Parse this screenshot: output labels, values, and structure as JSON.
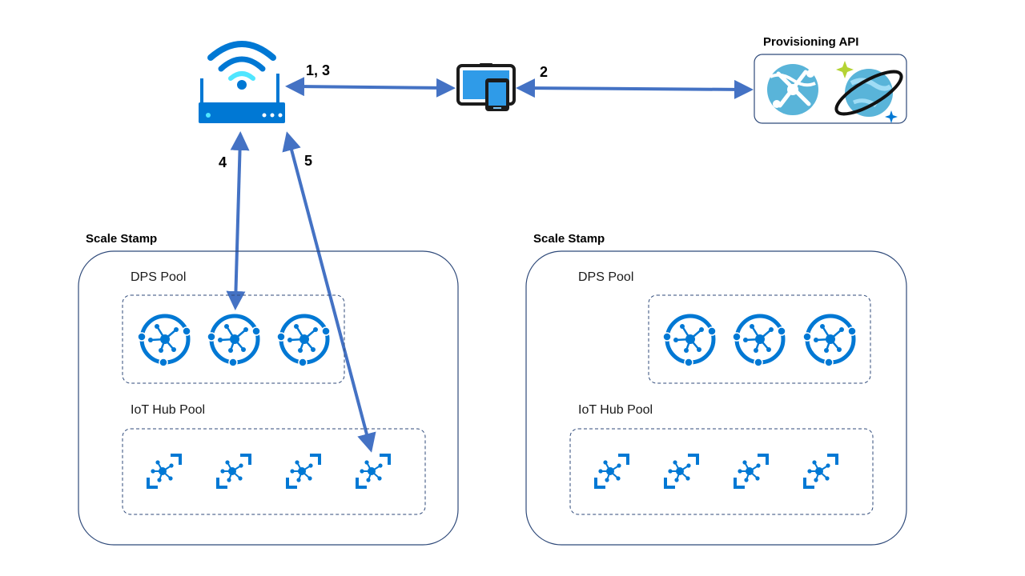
{
  "provisioning_api": {
    "title": "Provisioning API",
    "icons": [
      "web-app-icon",
      "sparkle-icon",
      "cosmos-db-icon"
    ]
  },
  "device": {
    "icon": "wifi-router-icon"
  },
  "client": {
    "icon": "tablet-phone-icon"
  },
  "steps": {
    "s13": "1, 3",
    "s2": "2",
    "s4": "4",
    "s5": "5"
  },
  "stamps": [
    {
      "title": "Scale Stamp",
      "dps_label": "DPS Pool",
      "hub_label": "IoT Hub Pool",
      "dps_count": 3,
      "hub_count": 4
    },
    {
      "title": "Scale Stamp",
      "dps_label": "DPS Pool",
      "hub_label": "IoT Hub Pool",
      "dps_count": 3,
      "hub_count": 4
    }
  ],
  "colors": {
    "arrow": "#4472c4",
    "icon": "#0078d4",
    "icon_light": "#50e6ff",
    "border": "#2f4a7a",
    "sparkle": "#b4d334"
  }
}
